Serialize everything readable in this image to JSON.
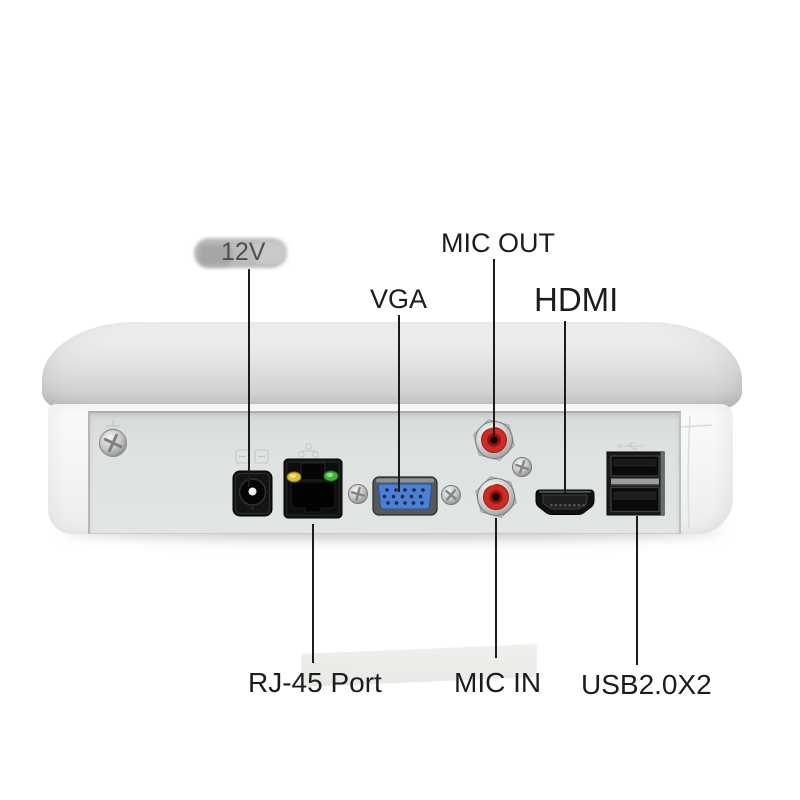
{
  "labels": {
    "power": "12V",
    "vga": "VGA",
    "mic_out": "MIC OUT",
    "hdmi": "HDMI",
    "rj45": "RJ-45 Port",
    "mic_in": "MIC IN",
    "usb": "USB2.0X2"
  },
  "ports": [
    {
      "icon": "dc-power-jack-icon",
      "label": "12V"
    },
    {
      "icon": "rj45-port-icon",
      "label": "RJ-45 Port"
    },
    {
      "icon": "vga-port-icon",
      "label": "VGA"
    },
    {
      "icon": "rca-jack-icon",
      "label": "MIC OUT"
    },
    {
      "icon": "rca-jack-icon",
      "label": "MIC IN"
    },
    {
      "icon": "hdmi-port-icon",
      "label": "HDMI"
    },
    {
      "icon": "usb-ports-icon",
      "label": "USB2.0X2"
    }
  ],
  "colors": {
    "background": "#ffffff",
    "label_text": "#1c1c1c",
    "power_label_text": "#4f4f4f",
    "watermark_blob": "#b9b9b9",
    "leader_line": "#1c1c1c",
    "lid_top": "#f2f2f1",
    "lid_bottom": "#c9c9c8",
    "face_white": "#f4f4f2",
    "panel_gray": "#dde2e0",
    "panel_edge": "#a9aeac",
    "port_black": "#161616",
    "vga_blue": "#4d7fd2",
    "rca_red": "#cf2b26",
    "rca_red_dark": "#8e1512",
    "led_yellow": "#d8c235",
    "led_green": "#3fb33a",
    "sticker": "#efeeeb"
  }
}
